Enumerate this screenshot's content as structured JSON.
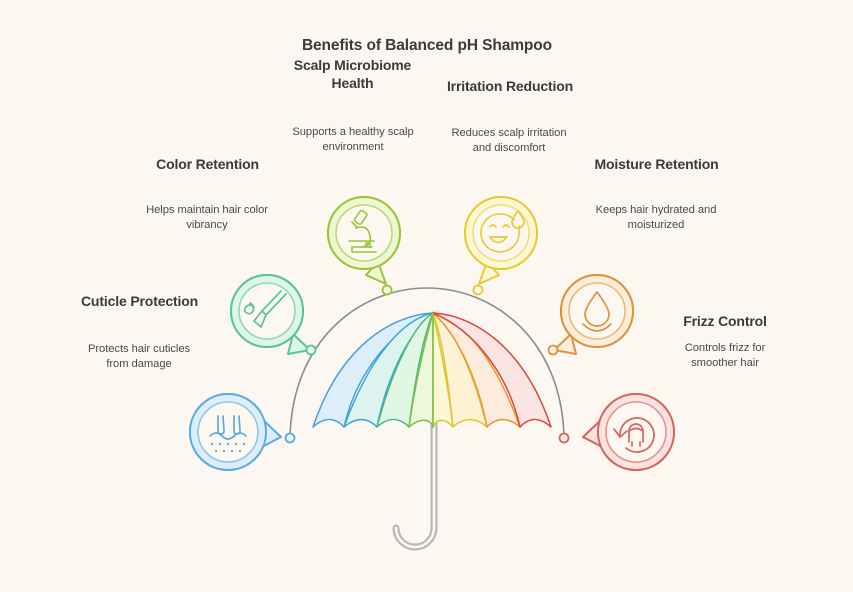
{
  "title": "Benefits of Balanced pH Shampoo",
  "background_color": "#fdf7f2",
  "center_graphic": {
    "name": "rainbow-umbrella",
    "panel_colors": [
      "#4a9fe0",
      "#3ba7d6",
      "#4cb97c",
      "#7cc04a",
      "#9ac43a",
      "#e8c431",
      "#e8962f",
      "#d9483f"
    ],
    "handle_color": "#9a9a9a",
    "arc_color": "#8c8c8c"
  },
  "benefits": [
    {
      "id": "cuticle-protection",
      "heading": "Cuticle Protection",
      "description": "Protects hair cuticles from damage",
      "icon": "hair-follicle-icon",
      "color": "#5aacdf",
      "fill": "#ddeefb",
      "dot_color": "#5aacdf"
    },
    {
      "id": "color-retention",
      "heading": "Color Retention",
      "description": "Helps maintain hair color vibrancy",
      "icon": "paint-brush-icon",
      "color": "#57c68f",
      "fill": "#ddf6e8",
      "dot_color": "#57c68f"
    },
    {
      "id": "scalp-microbiome-health",
      "heading": "Scalp Microbiome Health",
      "description": "Supports a healthy scalp environment",
      "icon": "microscope-icon",
      "color": "#9cc council",
      "fill": "#eef6d4",
      "dot_color": "#9ac43a"
    },
    {
      "id": "irritation-reduction",
      "heading": "Irritation Reduction",
      "description": "Reduces scalp irritation and discomfort",
      "icon": "sweating-smile-icon",
      "color": "#e5cb36",
      "fill": "#fdf8d2",
      "dot_color": "#e5cb36"
    },
    {
      "id": "moisture-retention",
      "heading": "Moisture Retention",
      "description": "Keeps hair hydrated and moisturized",
      "icon": "water-drop-icon",
      "color": "#e0913c",
      "fill": "#fdeedb",
      "dot_color": "#e0913c"
    },
    {
      "id": "frizz-control",
      "heading": "Frizz Control",
      "description": "Controls frizz for smoother hair",
      "icon": "refresh-hair-icon",
      "color": "#d9635c",
      "fill": "#fbe3e1",
      "dot_color": "#d9635c"
    }
  ],
  "headings_split": {
    "scalp": "Scalp Microbiome Health",
    "irritation": "Irritation Reduction",
    "color": "Color Retention",
    "moisture": "Moisture Retention",
    "cuticle": "Cuticle Protection",
    "frizz": "Frizz Control"
  }
}
